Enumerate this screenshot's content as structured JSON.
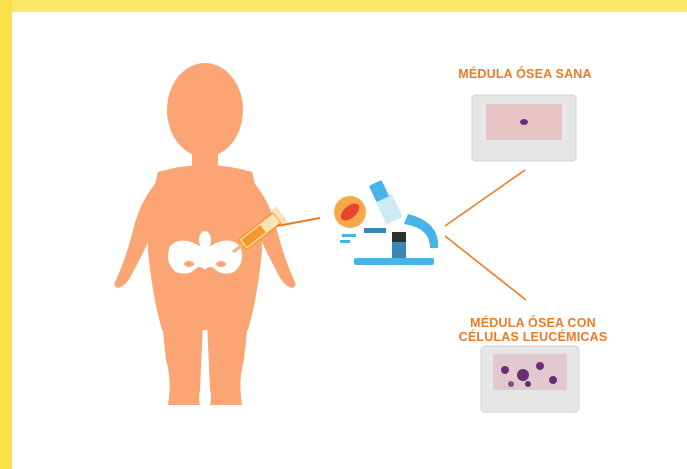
{
  "labels": {
    "healthy": "MÉDULA ÓSEA SANA",
    "leukemic_line1": "MÉDULA ÓSEA CON",
    "leukemic_line2": "CÉLULAS LEUCÉMICAS"
  },
  "colors": {
    "background_yellow": "#fbe566",
    "body_orange": "#fba574",
    "label_orange": "#ef7a24",
    "syringe_orange": "#f39a2b",
    "microscope_blue": "#48b4e6",
    "blood_red": "#e8452d",
    "slide_frame": "#e6e6e6",
    "tissue_pink": "#e6c4c6",
    "leukemic_cell": "#6b2d78"
  },
  "icons": [
    "child-silhouette-icon",
    "pelvis-icon",
    "syringe-icon",
    "microscope-icon",
    "red-blood-cell-icon",
    "slide-healthy-icon",
    "slide-leukemic-icon"
  ]
}
